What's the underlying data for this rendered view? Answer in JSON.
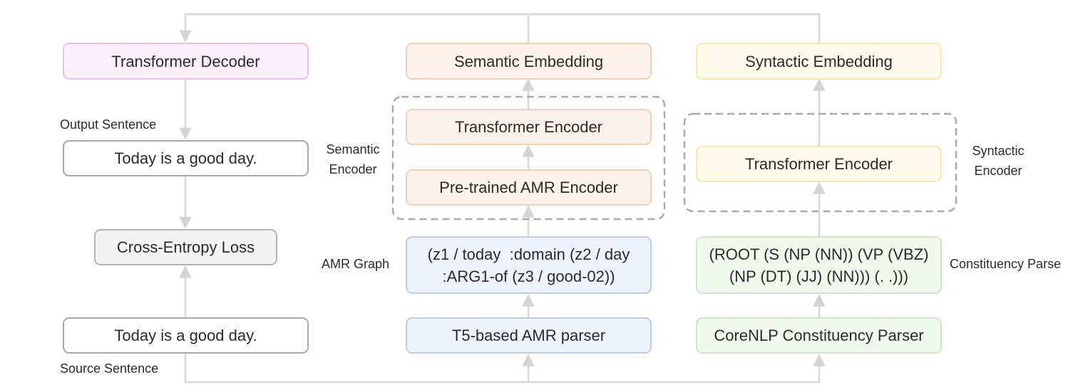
{
  "diagram": {
    "left": {
      "decoder": "Transformer Decoder",
      "output_label": "Output Sentence",
      "output_sentence": "Today is a good day.",
      "loss": "Cross-Entropy Loss",
      "source_sentence": "Today is a good day.",
      "source_label": "Source Sentence"
    },
    "middle": {
      "embedding": "Semantic Embedding",
      "encoder_group_label_line1": "Semantic",
      "encoder_group_label_line2": "Encoder",
      "transformer_encoder": "Transformer Encoder",
      "pretrained_encoder": "Pre-trained AMR Encoder",
      "graph_label": "AMR Graph",
      "graph_line1": "(z1 / today  :domain (z2 / day",
      "graph_line2": ":ARG1-of (z3 / good-02))",
      "parser": "T5-based AMR parser"
    },
    "right": {
      "embedding": "Syntactic Embedding",
      "encoder_group_label_line1": "Syntactic",
      "encoder_group_label_line2": "Encoder",
      "transformer_encoder": "Transformer Encoder",
      "parse_label": "Constituency Parse",
      "parse_line1": "(ROOT (S (NP (NN)) (VP (VBZ)",
      "parse_line2": "(NP (DT) (JJ) (NN))) (. .)))",
      "parser": "CoreNLP Constituency Parser"
    }
  }
}
